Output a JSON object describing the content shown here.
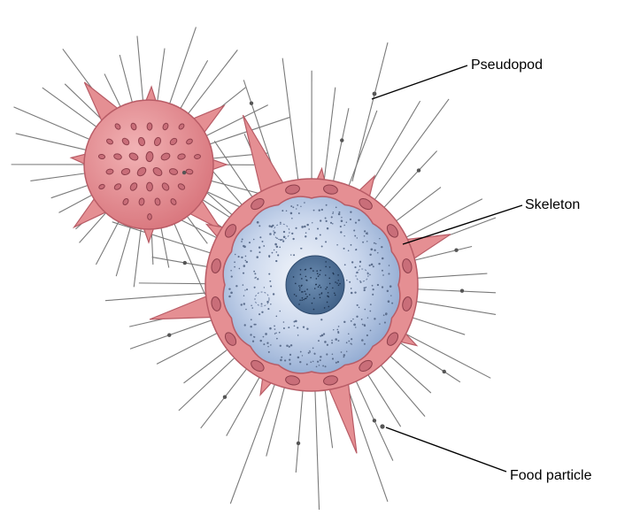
{
  "diagram": {
    "subject": "radiolarian",
    "labels": {
      "pseudopod": "Pseudopod",
      "skeleton": "Skeleton",
      "food_particle": "Food particle"
    },
    "colors": {
      "skeleton_fill": "#e58f93",
      "skeleton_dark": "#b85c66",
      "pore_fill": "#c96e79",
      "cytoplasm_light": "#e6ecf6",
      "cytoplasm_mid": "#a9bfe0",
      "nucleus": "#5e7fa3",
      "pseudopod_line": "#7a7a7a",
      "leader_line": "#000000"
    }
  }
}
